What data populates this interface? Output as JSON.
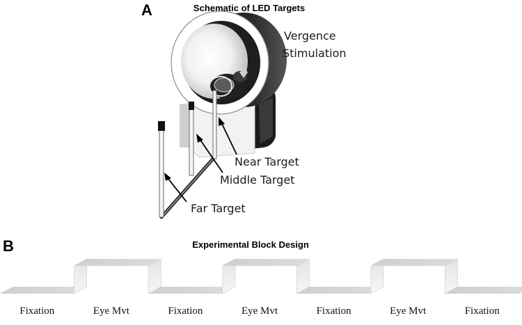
{
  "panel_a": {
    "letter": "A",
    "title": "Schematic of LED Targets",
    "labels": {
      "vergence_line1": "Vergence",
      "vergence_line2": "Stimulation",
      "near": "Near Target",
      "middle": "Middle Target",
      "far": "Far Target"
    }
  },
  "panel_b": {
    "letter": "B",
    "title": "Experimental Block Design",
    "blocks": [
      "Fixation",
      "Eye Mvt",
      "Fixation",
      "Eye Mvt",
      "Fixation",
      "Eye Mvt",
      "Fixation"
    ],
    "block_levels": [
      0,
      1,
      0,
      1,
      0,
      1,
      0
    ]
  }
}
